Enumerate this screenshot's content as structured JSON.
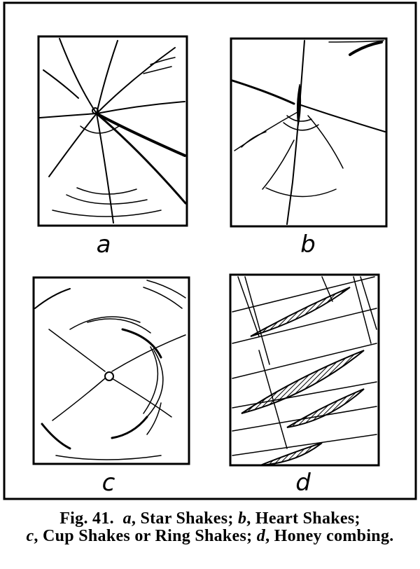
{
  "figure": {
    "panels": [
      {
        "label": "a"
      },
      {
        "label": "b"
      },
      {
        "label": "c"
      },
      {
        "label": "d"
      }
    ]
  },
  "caption": {
    "fig_number": "Fig. 41.",
    "parts": [
      {
        "letter": "a",
        "text": ", Star Shakes; "
      },
      {
        "letter": "b",
        "text": ", Heart Shakes;"
      },
      {
        "letter": "c",
        "text": ", Cup Shakes or Ring Shakes; "
      },
      {
        "letter": "d",
        "text": ", Honey combing."
      }
    ]
  }
}
